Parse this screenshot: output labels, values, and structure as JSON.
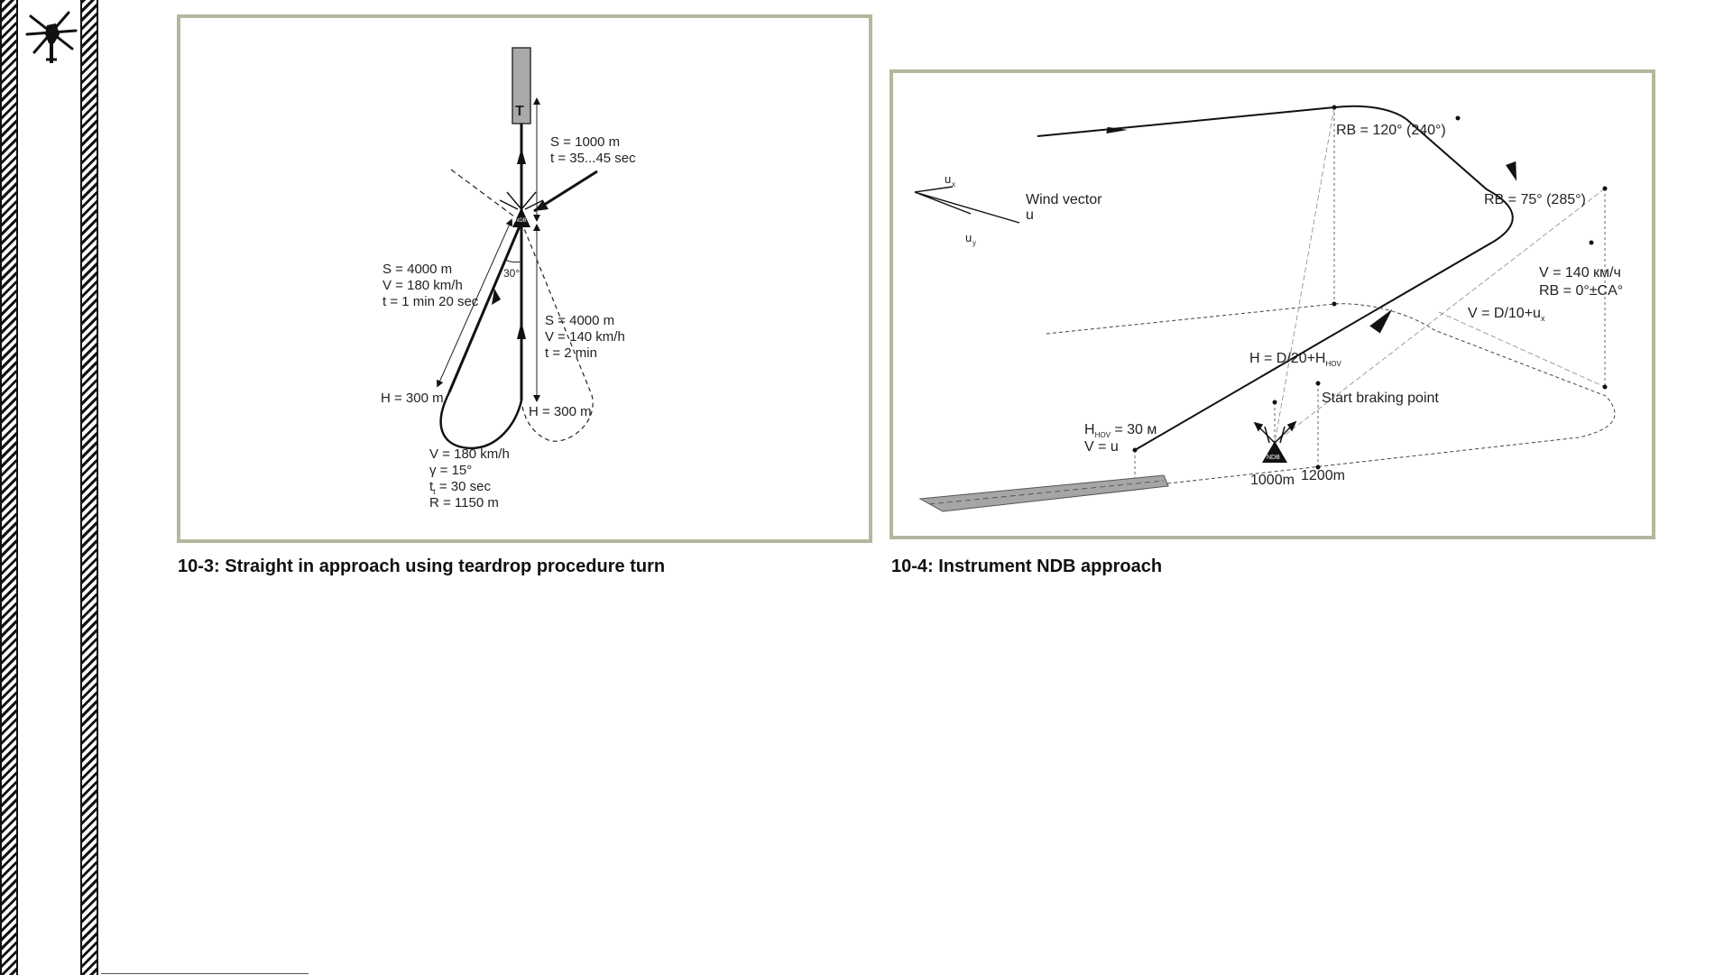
{
  "figures": [
    {
      "caption": "10-3: Straight in approach using teardrop procedure turn",
      "labels": {
        "runway_t": "T",
        "ndb_symbol": "NDB",
        "outbound_s": "S = 4000 m",
        "outbound_v": "V = 180 km/h",
        "outbound_t": "t = 1 min 20 sec",
        "angle": "30°",
        "final_s": "S = 1000 m",
        "final_t": "t = 35...45 sec",
        "inbound_s": "S = 4000 m",
        "inbound_v": "V = 140 km/h",
        "inbound_t": "t = 2 min",
        "h_left": "H = 300 m",
        "h_right": "H = 300 m",
        "turn_v": "V = 180 km/h",
        "turn_gamma": "γ = 15°",
        "turn_t": "t",
        "turn_t_sub": "t",
        "turn_t_val": " = 30 sec",
        "turn_r": "R = 1150 m"
      }
    },
    {
      "caption": "10-4: Instrument NDB approach",
      "labels": {
        "rb_120": "RB = 120° (240°)",
        "rb_75": "RB = 75° (285°)",
        "wind_vector": "Wind vector",
        "wind_u": "u",
        "ux": "u",
        "ux_sub": "x",
        "uy": "u",
        "uy_sub": "y",
        "v140": "V = 140 км/ч",
        "rb_0": "RB = 0°±CA°",
        "v_d10": "V = D/10+u",
        "v_d10_sub": "x",
        "h_d20": "H = D/20+H",
        "h_d20_sub": "HOV",
        "start_braking": "Start braking point",
        "hhov": "H",
        "hhov_sub": "HOV",
        "hhov_val": " = 30 м",
        "v_u": "V = u",
        "dist_1000": "1000m",
        "dist_1200": "1200m",
        "ndb_symbol": "NDB"
      }
    }
  ]
}
